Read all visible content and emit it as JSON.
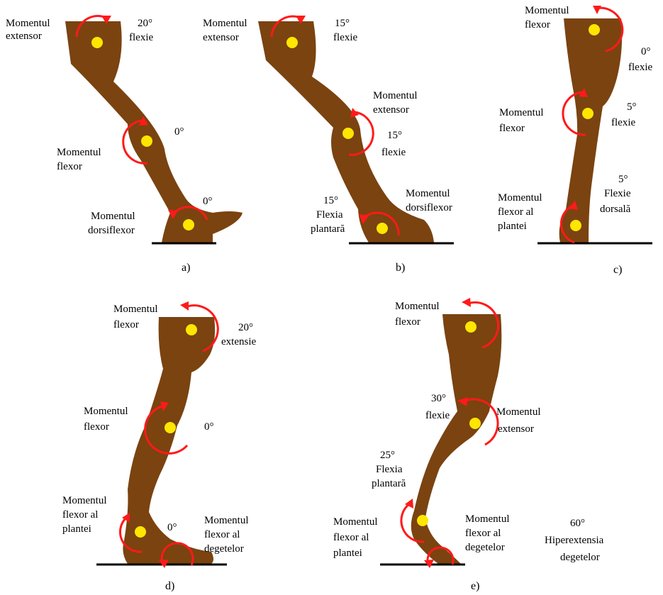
{
  "colors": {
    "leg": "#7a4310",
    "joint": "#ffe600",
    "moment_arrow": "#ff1a1a",
    "ground": "#000000"
  },
  "panels": [
    {
      "caption": "a)",
      "labels": {
        "hip_moment": [
          "Momentul",
          "extensor"
        ],
        "hip_angle": [
          "20°",
          "flexie"
        ],
        "knee_angle": [
          "0°"
        ],
        "knee_moment": [
          "Momentul",
          "flexor"
        ],
        "ankle_angle": [
          "0°"
        ],
        "ankle_moment": [
          "Momentul",
          "dorsiflexor"
        ]
      }
    },
    {
      "caption": "b)",
      "labels": {
        "hip_moment": [
          "Momentul",
          "extensor"
        ],
        "hip_angle": [
          "15°",
          "flexie"
        ],
        "knee_moment": [
          "Momentul",
          "extensor"
        ],
        "knee_angle": [
          "15°",
          "flexie"
        ],
        "ankle_angle": [
          "15°",
          "Flexia",
          "plantară"
        ],
        "ankle_moment": [
          "Momentul",
          "dorsiflexor"
        ]
      }
    },
    {
      "caption": "c)",
      "labels": {
        "hip_moment": [
          "Momentul",
          "flexor"
        ],
        "hip_angle": [
          "0°",
          "flexie"
        ],
        "knee_moment": [
          "Momentul",
          "flexor"
        ],
        "knee_angle": [
          "5°",
          "flexie"
        ],
        "ankle_moment": [
          "Momentul",
          "flexor al",
          "plantei"
        ],
        "ankle_angle": [
          "5°",
          "Flexie",
          "dorsală"
        ]
      }
    },
    {
      "caption": "d)",
      "labels": {
        "hip_moment": [
          "Momentul",
          "flexor"
        ],
        "hip_angle": [
          "20°",
          "extensie"
        ],
        "knee_moment": [
          "Momentul",
          "flexor"
        ],
        "knee_angle": [
          "0°"
        ],
        "ankle_moment": [
          "Momentul",
          "flexor al",
          "plantei"
        ],
        "ankle_angle": [
          "0°"
        ],
        "toe_moment": [
          "Momentul",
          "flexor al",
          "degetelor"
        ]
      }
    },
    {
      "caption": "e)",
      "labels": {
        "hip_moment": [
          "Momentul",
          "flexor"
        ],
        "knee_angle": [
          "30°",
          "flexie"
        ],
        "knee_moment": [
          "Momentul",
          "extensor"
        ],
        "ankle_angle": [
          "25°",
          "Flexia",
          "plantară"
        ],
        "ankle_moment": [
          "Momentul",
          "flexor al",
          "plantei"
        ],
        "toe_moment": [
          "Momentul",
          "flexor al",
          "degetelor"
        ],
        "toe_angle": [
          "60°",
          "Hiperextensia",
          "degetelor"
        ]
      }
    }
  ]
}
